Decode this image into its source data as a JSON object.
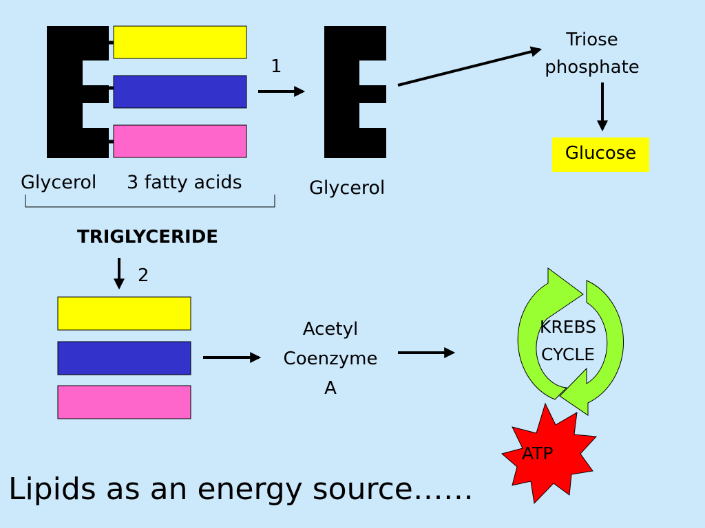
{
  "colors": {
    "background": "#cce8fb",
    "glycerol_backbone": "#000000",
    "fatty_acid_yellow": "#ffff00",
    "fatty_acid_blue": "#3333cc",
    "fatty_acid_pink": "#ff66cc",
    "glucose_highlight": "#ffff00",
    "krebs_arrows": "#99ff33",
    "atp_burst": "#ff0000"
  },
  "labels": {
    "glycerol_left": "Glycerol",
    "fatty_acids": "3 fatty acids",
    "glycerol_right": "Glycerol",
    "triose_line1": "Triose",
    "triose_line2": "phosphate",
    "glucose": "Glucose",
    "triglyceride": "TRIGLYCERIDE",
    "step1": "1",
    "step2": "2",
    "acetyl_line1": "Acetyl",
    "acetyl_line2": "Coenzyme",
    "acetyl_line3": "A",
    "krebs_line1": "KREBS",
    "krebs_line2": "CYCLE",
    "atp": "ATP",
    "title": "Lipids as an energy source……"
  }
}
